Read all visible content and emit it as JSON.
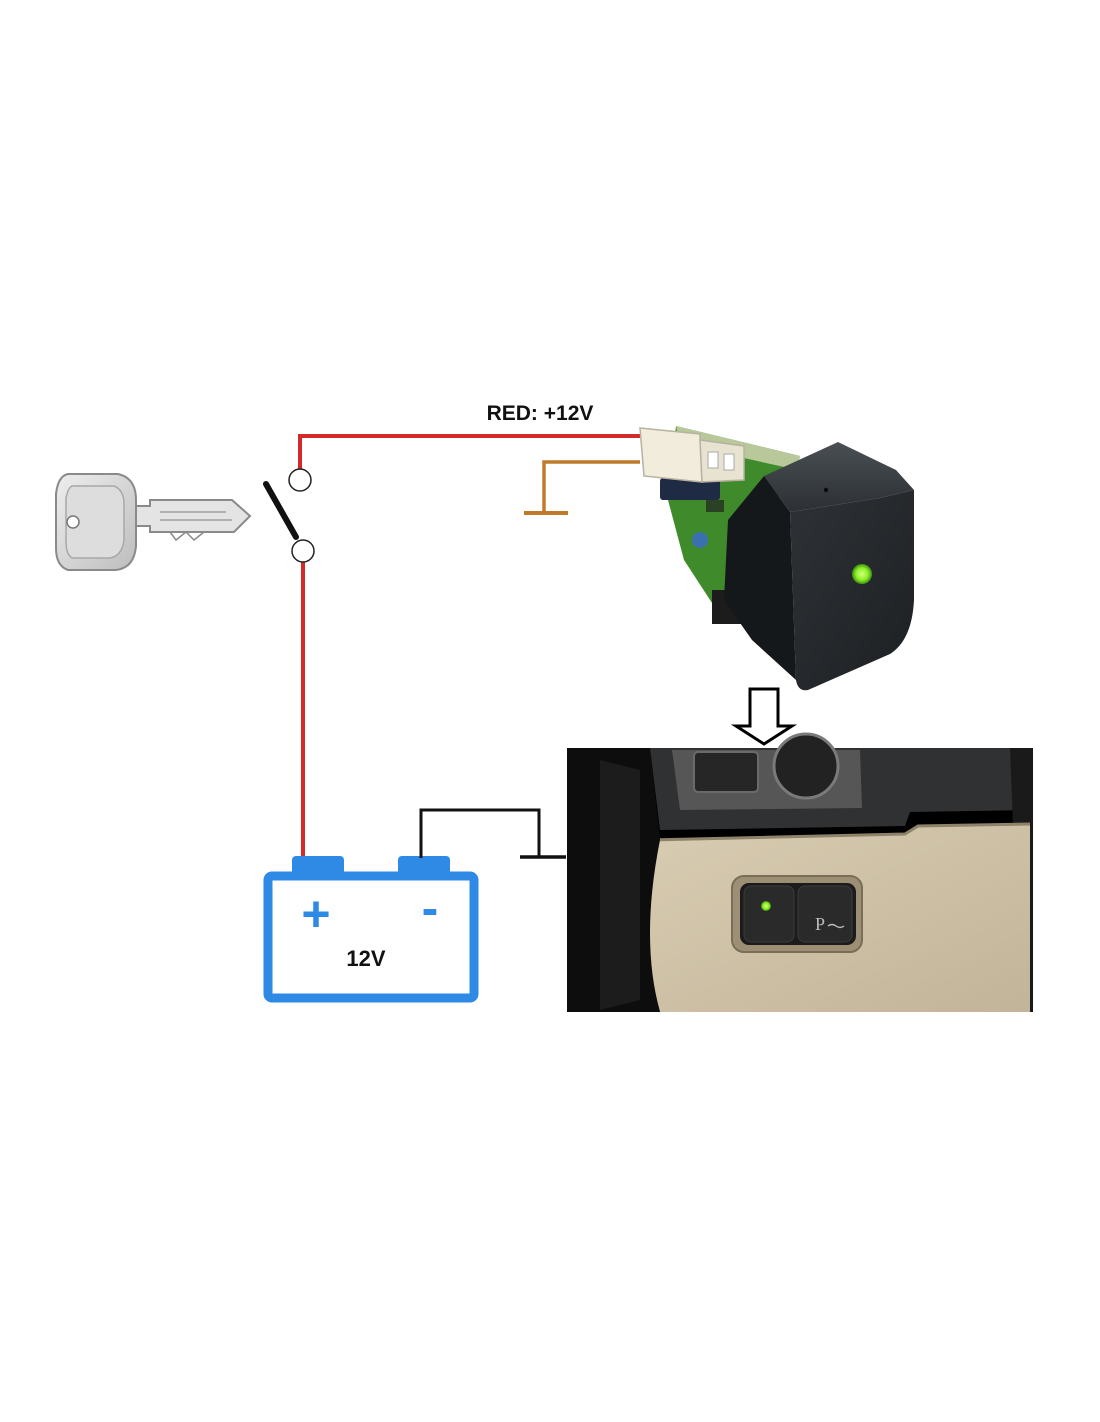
{
  "wire_label": "RED: +12V",
  "battery": {
    "plus": "+",
    "minus": "-",
    "voltage": "12V"
  },
  "dash_button_text": "P",
  "colors": {
    "red_wire": "#d42a2a",
    "brown_wire": "#c07a2a",
    "battery_blue": "#2f8ae6",
    "led_green": "#8cf028"
  }
}
